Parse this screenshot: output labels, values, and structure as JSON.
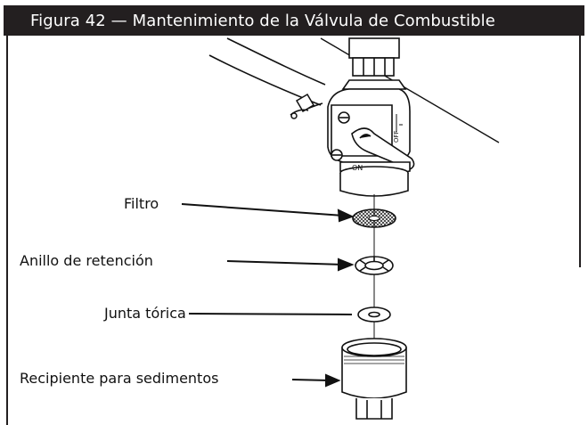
{
  "figure": {
    "title": "Figura 42 — Mantenimiento de la Válvula de Combustible"
  },
  "labels": {
    "filtro": "Filtro",
    "anillo": "Anillo de retención",
    "junta": "Junta tórica",
    "recipiente": "Recipiente para sedimentos"
  },
  "valve_markings": {
    "off_mark": "OFF",
    "on_mark": "ON"
  }
}
